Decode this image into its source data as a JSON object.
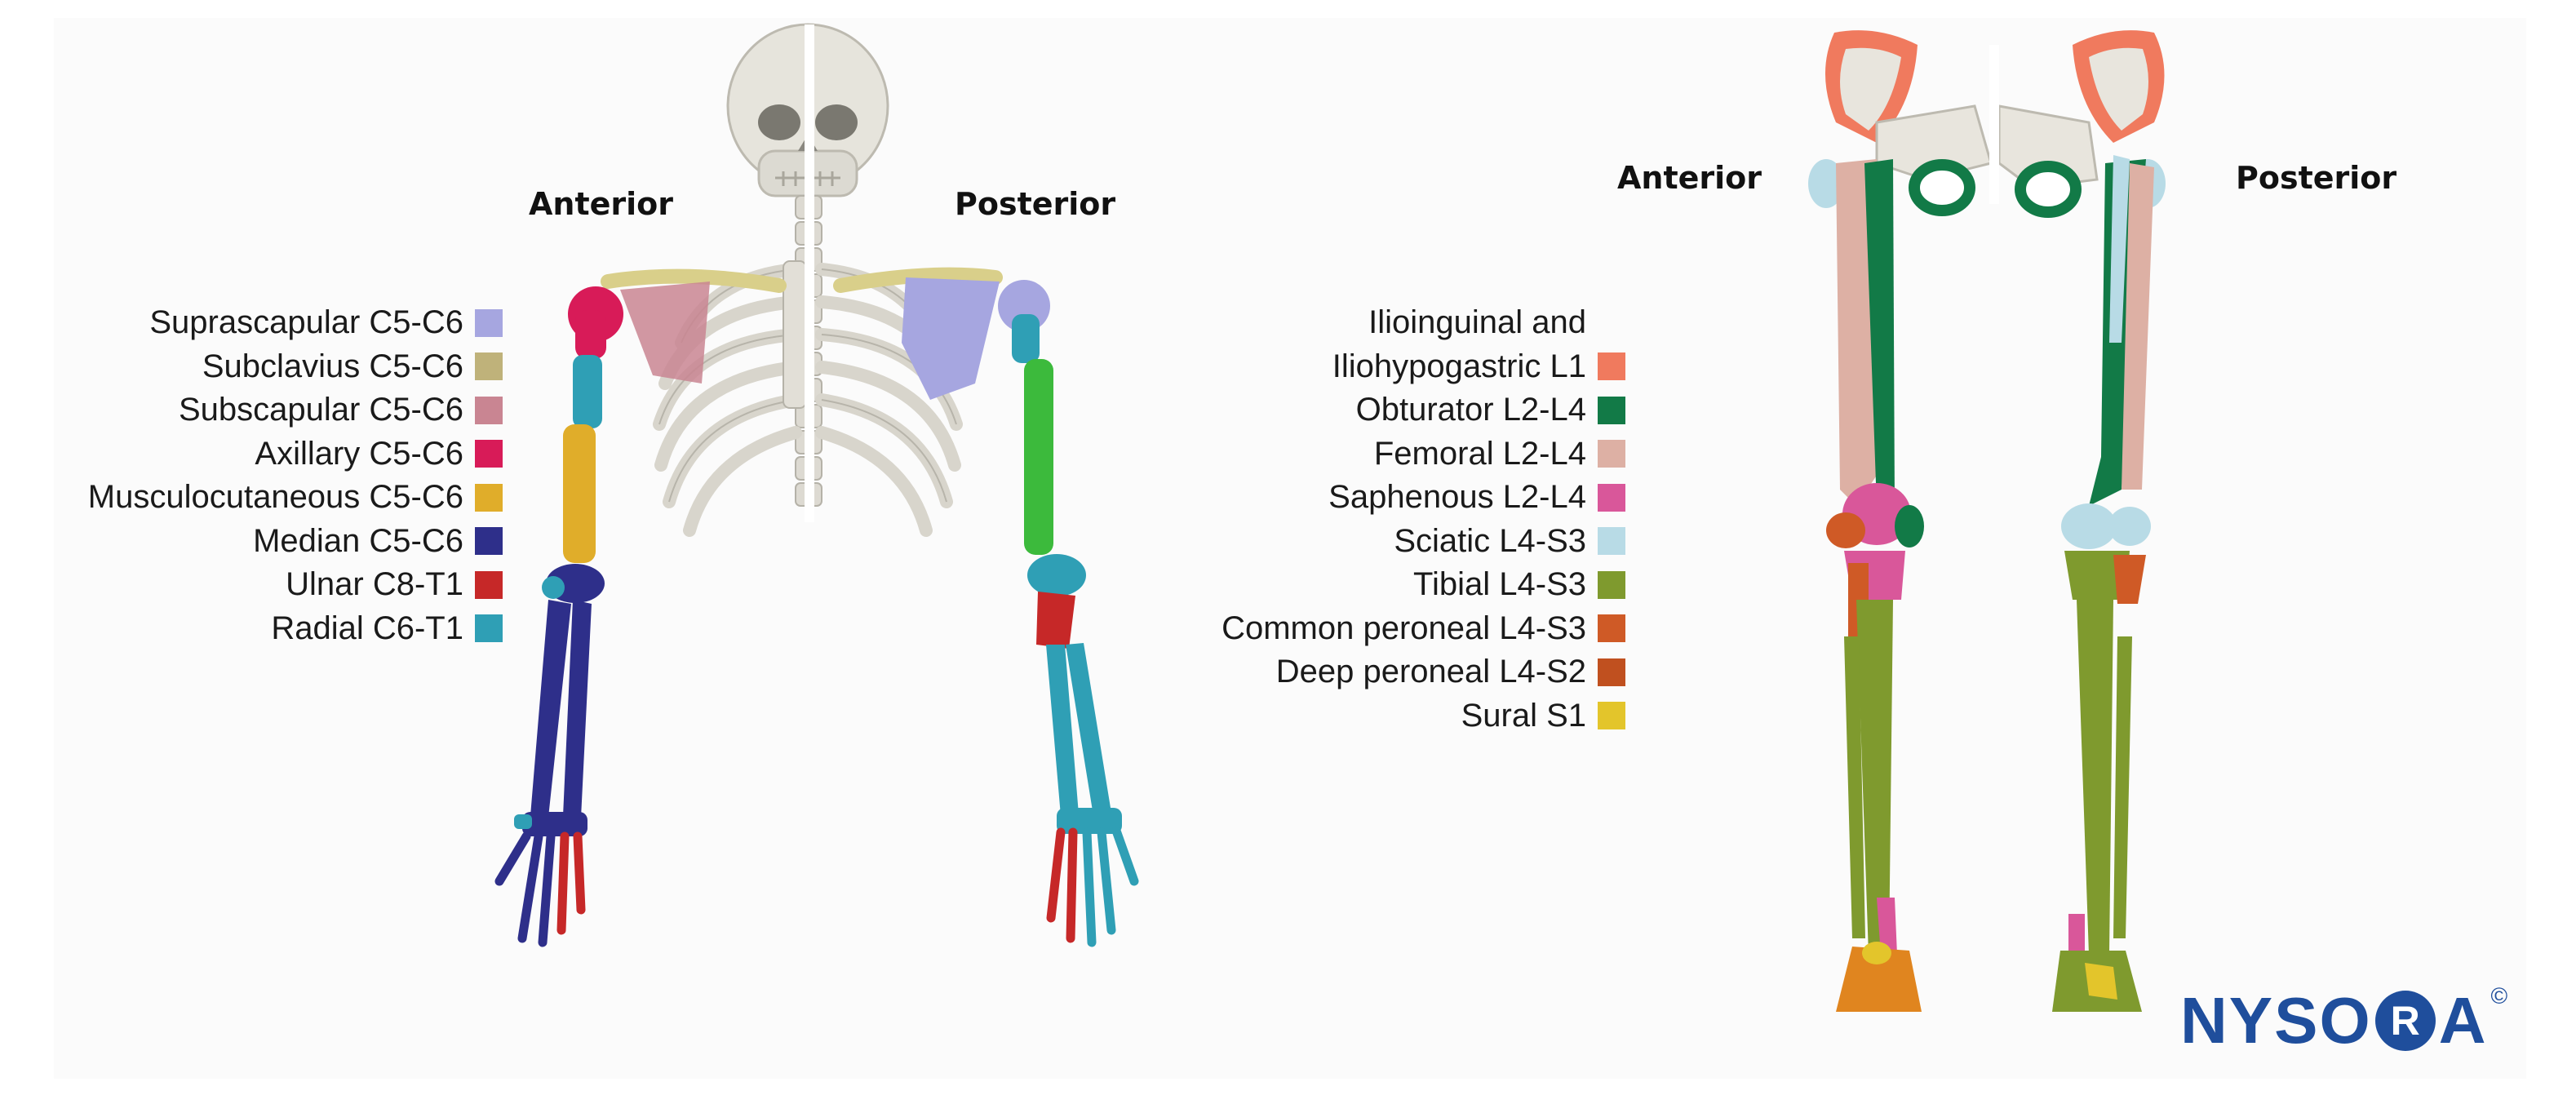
{
  "upper": {
    "anterior_label": "Anterior",
    "posterior_label": "Posterior",
    "legend": [
      {
        "label": "Suprascapular C5-C6",
        "color": "#a6a6e0"
      },
      {
        "label": "Subclavius C5-C6",
        "color": "#bfb27a"
      },
      {
        "label": "Subscapular C5-C6",
        "color": "#c98592"
      },
      {
        "label": "Axillary C5-C6",
        "color": "#d81b58"
      },
      {
        "label": "Musculocutaneous C5-C6",
        "color": "#e0ad2a"
      },
      {
        "label": "Median C5-C6",
        "color": "#2e2f8a"
      },
      {
        "label": "Ulnar C8-T1",
        "color": "#c62828"
      },
      {
        "label": "Radial C6-T1",
        "color": "#2f9fb5"
      }
    ]
  },
  "lower": {
    "anterior_label": "Anterior",
    "posterior_label": "Posterior",
    "legend_title": "Ilioinguinal and",
    "legend": [
      {
        "label": "Iliohypogastric L1",
        "color": "#f07a5e"
      },
      {
        "label": "Obturator L2-L4",
        "color": "#127a47"
      },
      {
        "label": "Femoral L2-L4",
        "color": "#ddb0a4"
      },
      {
        "label": "Saphenous L2-L4",
        "color": "#d9579a"
      },
      {
        "label": "Sciatic L4-S3",
        "color": "#b8dbe6"
      },
      {
        "label": "Tibial L4-S3",
        "color": "#7f9a2e"
      },
      {
        "label": "Common peroneal L4-S3",
        "color": "#cf5a26"
      },
      {
        "label": "Deep peroneal L4-S2",
        "color": "#c0501f"
      },
      {
        "label": "Sural S1",
        "color": "#e3c52b"
      }
    ]
  },
  "logo": {
    "prefix": "NYSO",
    "ring_letter": "R",
    "suffix": "A",
    "copyright": "©"
  }
}
